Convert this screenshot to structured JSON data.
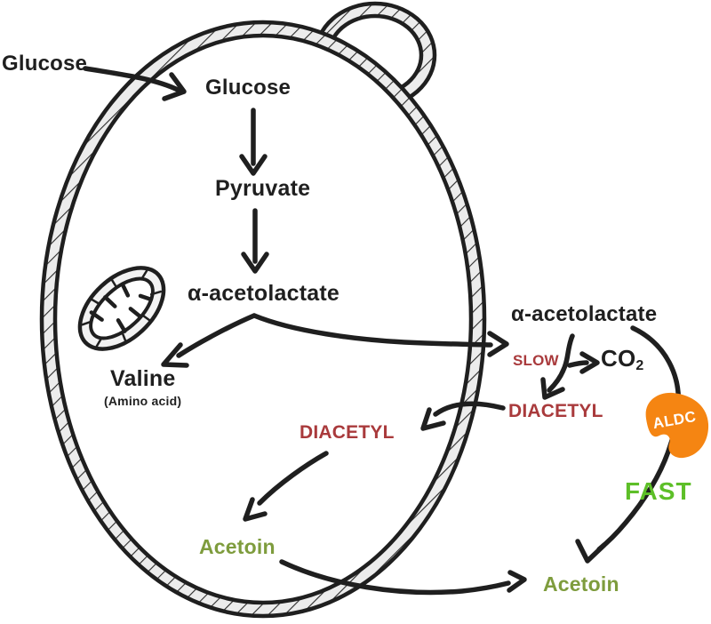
{
  "diagram": {
    "labels": {
      "glucose_outside": "Glucose",
      "glucose_inside": "Glucose",
      "pyruvate": "Pyruvate",
      "acetolactate_inside": "α-acetolactate",
      "valine": "Valine",
      "valine_note": "(Amino acid)",
      "acetolactate_outside": "α-acetolactate",
      "slow": "SLOW",
      "co2_base": "CO",
      "co2_sub": "2",
      "diacetyl_outside": "DIACETYL",
      "diacetyl_inside": "DIACETYL",
      "acetoin_inside": "Acetoin",
      "acetoin_outside": "Acetoin",
      "fast": "FAST",
      "aldc": "ALDC"
    },
    "colors": {
      "ink": "#1f1f1f",
      "red": "#a93a3c",
      "olive": "#7e9c3d",
      "green": "#5dbf28",
      "orange": "#f58512",
      "wall": "#ececec"
    }
  }
}
